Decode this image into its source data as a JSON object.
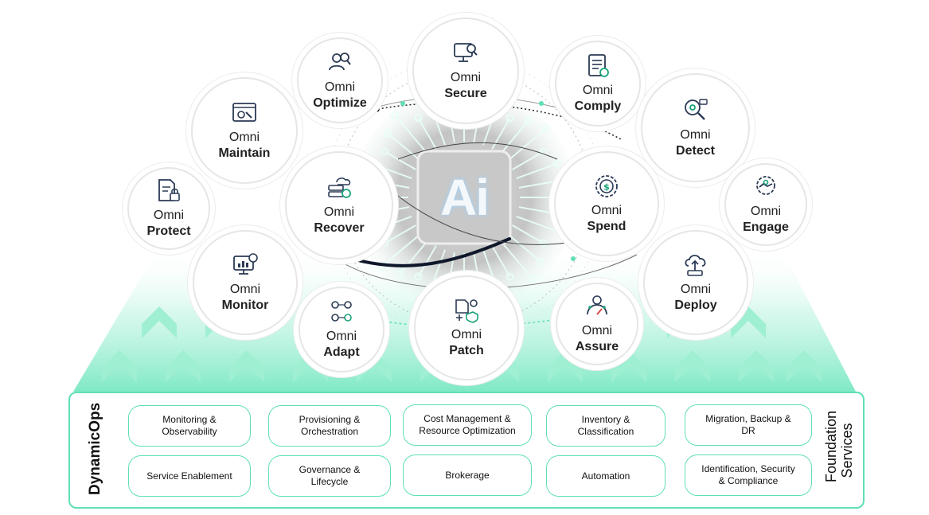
{
  "center_label": "Ai",
  "modules": [
    {
      "id": "optimize",
      "line1": "Omni",
      "line2": "Optimize",
      "icon": "users-search-icon"
    },
    {
      "id": "secure",
      "line1": "Omni",
      "line2": "Secure",
      "icon": "monitor-search-icon"
    },
    {
      "id": "comply",
      "line1": "Omni",
      "line2": "Comply",
      "icon": "checklist-icon"
    },
    {
      "id": "maintain",
      "line1": "Omni",
      "line2": "Maintain",
      "icon": "browser-wrench-icon"
    },
    {
      "id": "detect",
      "line1": "Omni",
      "line2": "Detect",
      "icon": "magnifier-gear-icon"
    },
    {
      "id": "protect",
      "line1": "Omni",
      "line2": "Protect",
      "icon": "document-lock-icon"
    },
    {
      "id": "recover",
      "line1": "Omni",
      "line2": "Recover",
      "icon": "server-cloud-icon"
    },
    {
      "id": "spend",
      "line1": "Omni",
      "line2": "Spend",
      "icon": "dollar-gear-icon"
    },
    {
      "id": "engage",
      "line1": "Omni",
      "line2": "Engage",
      "icon": "handshake-gear-icon"
    },
    {
      "id": "monitor",
      "line1": "Omni",
      "line2": "Monitor",
      "icon": "monitor-chart-icon"
    },
    {
      "id": "deploy",
      "line1": "Omni",
      "line2": "Deploy",
      "icon": "cloud-upload-icon"
    },
    {
      "id": "adapt",
      "line1": "Omni",
      "line2": "Adapt",
      "icon": "people-network-icon"
    },
    {
      "id": "patch",
      "line1": "Omni",
      "line2": "Patch",
      "icon": "patch-shield-icon"
    },
    {
      "id": "assure",
      "line1": "Omni",
      "line2": "Assure",
      "icon": "assurance-gauge-icon"
    }
  ],
  "left_label": "DynamicOps",
  "right_label_lines": [
    "Foundation",
    "Services"
  ],
  "services": [
    {
      "id": "monitoring",
      "lines": [
        "Monitoring &",
        "Observability"
      ]
    },
    {
      "id": "provisioning",
      "lines": [
        "Provisioning &",
        "Orchestration"
      ]
    },
    {
      "id": "cost",
      "lines": [
        "Cost Management &",
        "Resource Optimization"
      ]
    },
    {
      "id": "inventory",
      "lines": [
        "Inventory &",
        "Classification"
      ]
    },
    {
      "id": "migration",
      "lines": [
        "Migration, Backup &",
        "DR"
      ]
    },
    {
      "id": "service-enablement",
      "lines": [
        "Service Enablement"
      ]
    },
    {
      "id": "governance",
      "lines": [
        "Governance &",
        "Lifecycle"
      ]
    },
    {
      "id": "brokerage",
      "lines": [
        "Brokerage"
      ]
    },
    {
      "id": "automation",
      "lines": [
        "Automation"
      ]
    },
    {
      "id": "identification",
      "lines": [
        "Identification, Security",
        "& Compliance"
      ]
    }
  ],
  "colors": {
    "accent": "#5fe0b3",
    "accent_light": "#d7f8ec",
    "text": "#222222",
    "circle_border": "#e6e6e6"
  }
}
